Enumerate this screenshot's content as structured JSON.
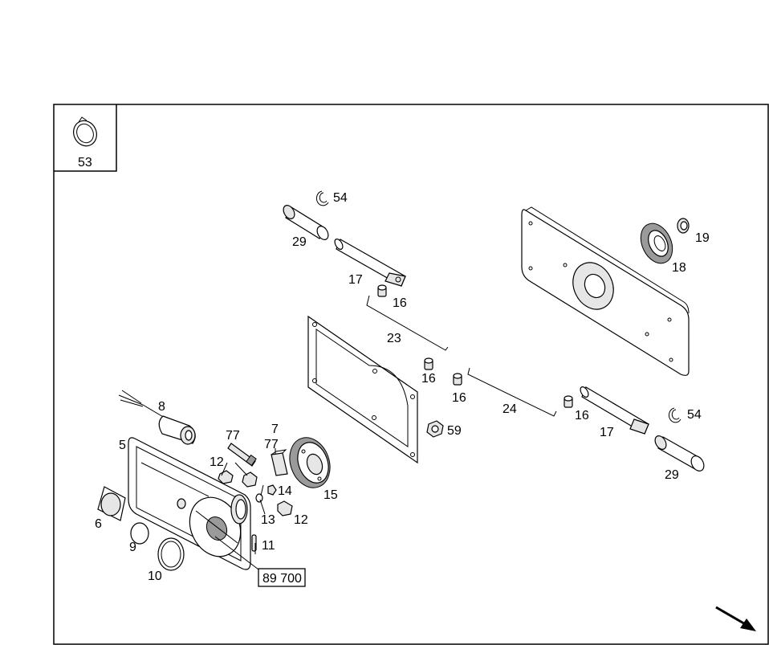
{
  "inset": {
    "label": "53"
  },
  "reference_box": {
    "label": "89 700"
  },
  "callouts": {
    "c54a": "54",
    "c29a": "29",
    "c17a": "17",
    "c16a": "16",
    "c23": "23",
    "c16b": "16",
    "c16c": "16",
    "c24": "24",
    "c16d": "16",
    "c17b": "17",
    "c54b": "54",
    "c29b": "29",
    "c59": "59",
    "c18": "18",
    "c19": "19",
    "c8": "8",
    "c5": "5",
    "c77a": "77",
    "c7": "7",
    "c77b": "77",
    "c12a": "12",
    "c14": "14",
    "c13": "13",
    "c12b": "12",
    "c15": "15",
    "c6": "6",
    "c9": "9",
    "c10": "10",
    "c11": "11"
  }
}
